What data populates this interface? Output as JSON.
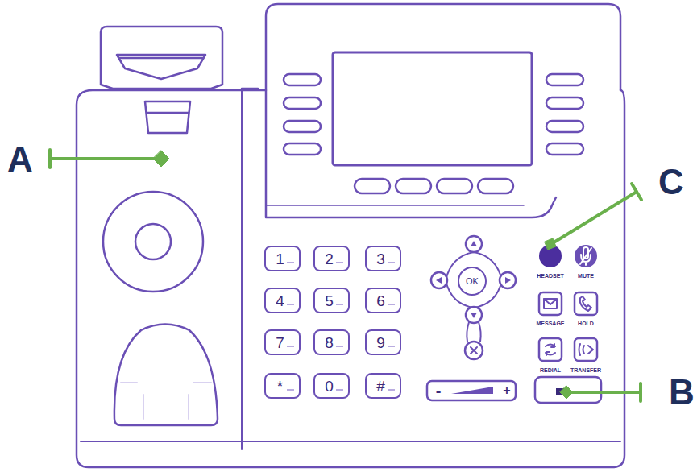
{
  "diagram": {
    "nodes": [
      {
        "text": [
          "1"
        ]
      },
      {
        "text": [
          "2"
        ]
      },
      {
        "text": [
          "3"
        ]
      },
      {
        "text": [
          "4"
        ]
      },
      {
        "text": [
          "5"
        ]
      },
      {
        "text": [
          "6"
        ]
      },
      {
        "text": [
          "7"
        ]
      },
      {
        "text": [
          "8"
        ]
      },
      {
        "text": [
          "9"
        ]
      },
      {
        "text": [
          "*"
        ]
      },
      {
        "text": [
          "0"
        ]
      },
      {
        "text": [
          "#"
        ]
      },
      {
        "text": [
          "OK"
        ]
      }
    ],
    "labels": [
      "A",
      "B",
      "C",
      "HEADSET",
      "MUTE",
      "MESSAGE",
      "HOLD",
      "REDIAL",
      "TRANSFER",
      "-",
      "+"
    ]
  }
}
